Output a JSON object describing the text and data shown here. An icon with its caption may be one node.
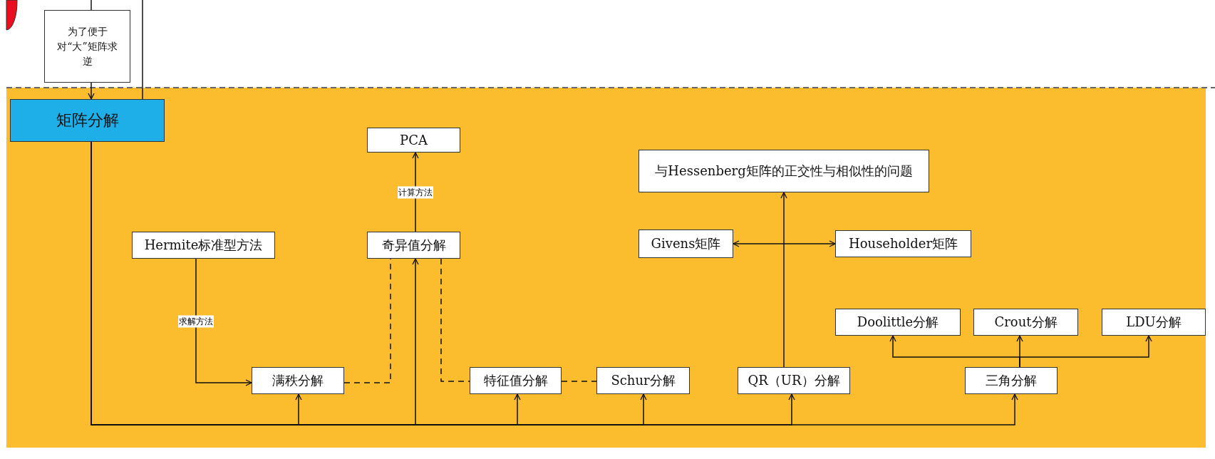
{
  "diagram": {
    "nodes": [
      {
        "text": [
          "为了便于对“大”矩阵求逆"
        ]
      },
      {
        "text": [
          "矩阵分解"
        ]
      },
      {
        "text": [
          "PCA"
        ]
      },
      {
        "text": [
          "与Hessenberg矩阵的正交性与相似性的问题"
        ]
      },
      {
        "text": [
          "Hermite标准型方法"
        ]
      },
      {
        "text": [
          "奇异值分解"
        ]
      },
      {
        "text": [
          "Givens矩阵"
        ]
      },
      {
        "text": [
          "Householder矩阵"
        ]
      },
      {
        "text": [
          "Doolittle分解"
        ]
      },
      {
        "text": [
          "Crout分解"
        ]
      },
      {
        "text": [
          "LDU分解"
        ]
      },
      {
        "text": [
          "满秩分解"
        ]
      },
      {
        "text": [
          "特征值分解"
        ]
      },
      {
        "text": [
          "Schur分解"
        ]
      },
      {
        "text": [
          "QR（UR）分解"
        ]
      },
      {
        "text": [
          "三角分解"
        ]
      }
    ],
    "edges": [
      {
        "from": null,
        "to": 0,
        "arrow": "none"
      },
      {
        "from": 0,
        "to": 1,
        "arrow": "to"
      },
      {
        "from": null,
        "to": 1,
        "arrow": "none"
      },
      {
        "from": 1,
        "to": 11,
        "arrow": "to"
      },
      {
        "from": 1,
        "to": 5,
        "arrow": "to"
      },
      {
        "from": 1,
        "to": 12,
        "arrow": "to"
      },
      {
        "from": 1,
        "to": 13,
        "arrow": "to"
      },
      {
        "from": 1,
        "to": 14,
        "arrow": "to"
      },
      {
        "from": 1,
        "to": 15,
        "arrow": "to"
      },
      {
        "from": 4,
        "to": 11,
        "arrow": "to",
        "label": "求解方法"
      },
      {
        "from": 5,
        "to": 2,
        "arrow": "to",
        "label": "计算方法"
      },
      {
        "from": 11,
        "to": 5,
        "arrow": "none",
        "style": "dashed"
      },
      {
        "from": 5,
        "to": 12,
        "arrow": "none",
        "style": "dashed"
      },
      {
        "from": 12,
        "to": 13,
        "arrow": "none",
        "style": "dashed"
      },
      {
        "from": 14,
        "to": 3,
        "arrow": "to"
      },
      {
        "from": 6,
        "to": 7,
        "arrow": "both"
      },
      {
        "from": 15,
        "to": 8,
        "arrow": "to"
      },
      {
        "from": 15,
        "to": 9,
        "arrow": "to"
      },
      {
        "from": 15,
        "to": 10,
        "arrow": "to"
      }
    ]
  }
}
